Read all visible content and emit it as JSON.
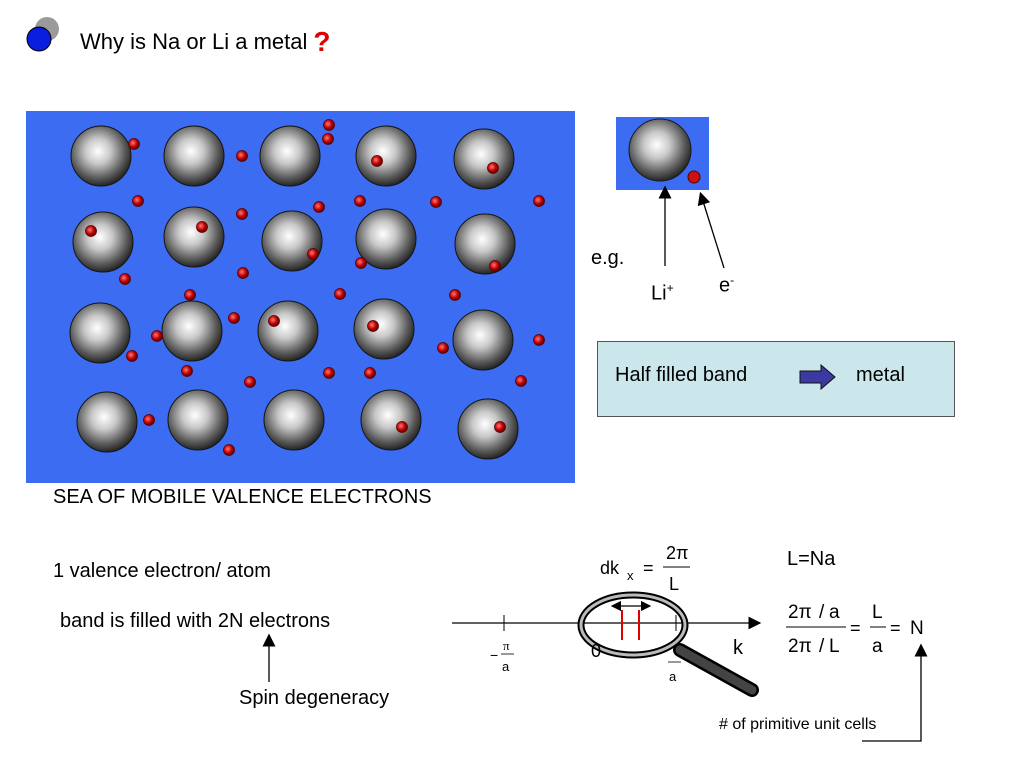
{
  "title": "Why is Na or Li a metal",
  "title_mark": "?",
  "inset": {
    "eg": "e.g.",
    "ion_base": "Li",
    "ion_sup": "+",
    "electron_base": "e",
    "electron_sup": "-"
  },
  "box": {
    "left": "Half filled band",
    "right": "metal",
    "fill": "#cbe7ec"
  },
  "caption_sea": "SEA OF MOBILE VALENCE ELECTRONS",
  "valence": "1 valence electron/ atom",
  "band_filled": "band is filled with 2N electrons",
  "spin": "Spin degeneracy",
  "lna": "L=Na",
  "primitive": "# of primitive unit cells",
  "axis": {
    "k": "k",
    "zero": "0",
    "minus": "−",
    "pi": "π",
    "a": "a"
  },
  "formula": {
    "dk": "dk",
    "x": "x",
    "eq": "=",
    "two_pi": "2π",
    "L": "L",
    "slash": "/",
    "a": "a",
    "N": "N"
  },
  "colors": {
    "lattice_bg": "#3b6cf2",
    "electron": "#cc1111",
    "accent_red": "#e00000",
    "arrow_fill": "#3a3aa0"
  }
}
